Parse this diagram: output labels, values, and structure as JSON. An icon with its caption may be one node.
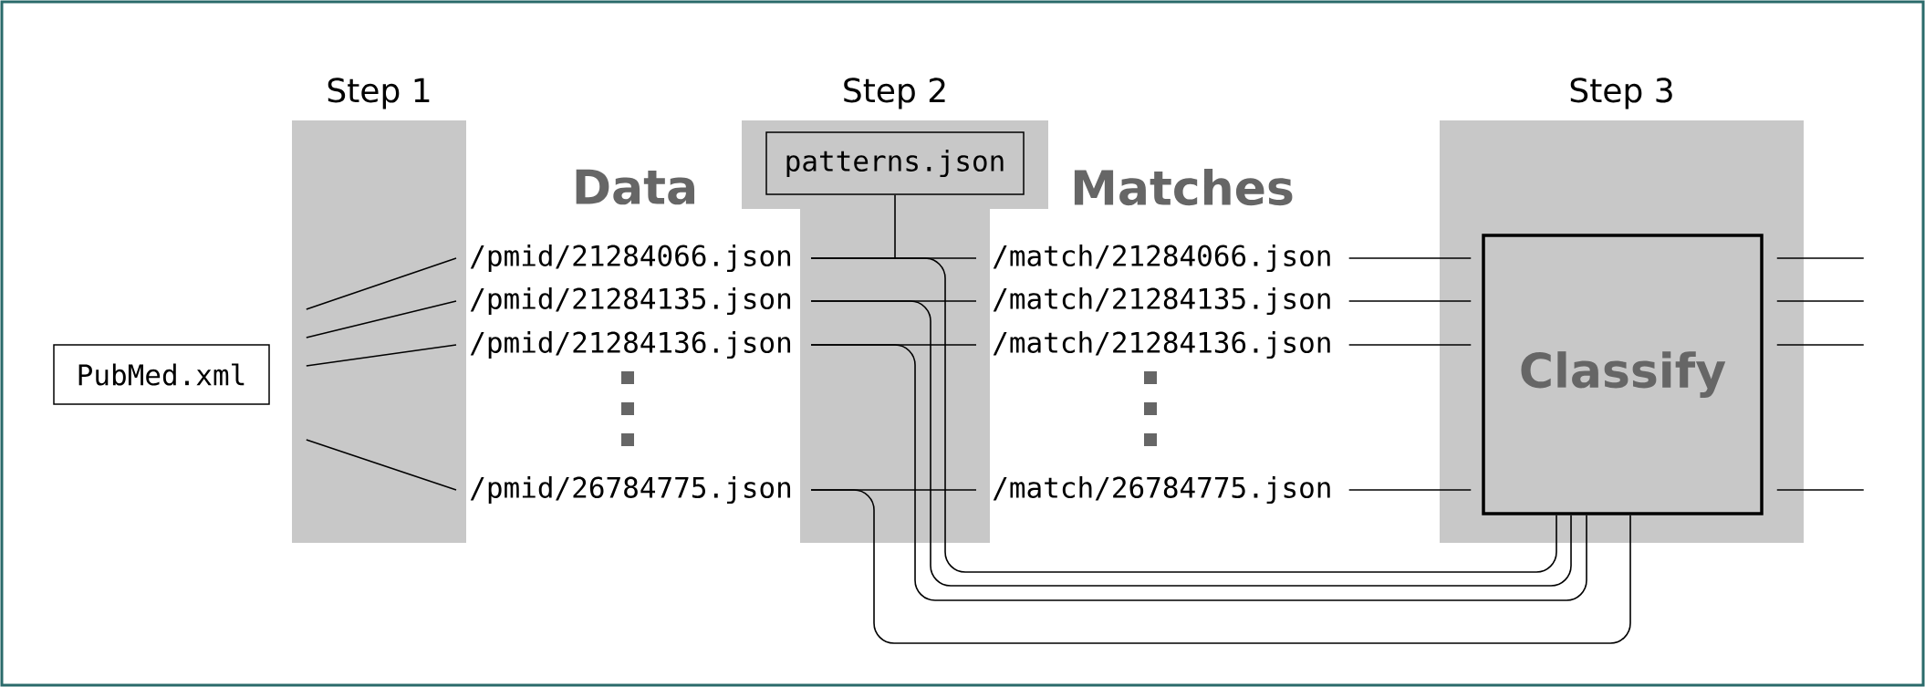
{
  "diagram": {
    "nodes": [
      {
        "text": [
          "PubMed.xml"
        ]
      },
      {
        "text": [
          "Step 1"
        ]
      },
      {
        "text": [
          "Step 2"
        ]
      },
      {
        "text": [
          "patterns.json"
        ],
        "in": 2
      },
      {
        "text": [
          "/pmid/21284066.json"
        ]
      },
      {
        "text": [
          "/pmid/21284135.json"
        ]
      },
      {
        "text": [
          "/pmid/21284136.json"
        ]
      },
      {
        "text": [
          "/pmid/26784775.json"
        ]
      },
      {
        "text": [
          "/match/21284066.json"
        ]
      },
      {
        "text": [
          "/match/21284135.json"
        ]
      },
      {
        "text": [
          "/match/21284136.json"
        ]
      },
      {
        "text": [
          "/match/26784775.json"
        ]
      },
      {
        "text": [
          "Step 3"
        ]
      },
      {
        "text": [
          "Classify"
        ],
        "in": 12
      }
    ],
    "edges": [
      {
        "from": 1,
        "to": 4,
        "arrow": "none"
      },
      {
        "from": 1,
        "to": 5,
        "arrow": "none"
      },
      {
        "from": 1,
        "to": 6,
        "arrow": "none"
      },
      {
        "from": 1,
        "to": 7,
        "arrow": "none"
      },
      {
        "from": 3,
        "to": null,
        "arrow": "none"
      },
      {
        "from": 4,
        "to": 8,
        "arrow": "none"
      },
      {
        "from": 5,
        "to": 9,
        "arrow": "none"
      },
      {
        "from": 6,
        "to": 10,
        "arrow": "none"
      },
      {
        "from": 7,
        "to": 11,
        "arrow": "none"
      },
      {
        "from": 4,
        "to": 13,
        "arrow": "none"
      },
      {
        "from": 5,
        "to": 13,
        "arrow": "none"
      },
      {
        "from": 6,
        "to": 13,
        "arrow": "none"
      },
      {
        "from": 7,
        "to": 13,
        "arrow": "none"
      },
      {
        "from": 8,
        "to": 13,
        "arrow": "none"
      },
      {
        "from": 9,
        "to": 13,
        "arrow": "none"
      },
      {
        "from": 10,
        "to": 13,
        "arrow": "none"
      },
      {
        "from": 11,
        "to": 13,
        "arrow": "none"
      },
      {
        "from": 13,
        "to": null,
        "arrow": "none"
      },
      {
        "from": 13,
        "to": null,
        "arrow": "none"
      },
      {
        "from": 13,
        "to": null,
        "arrow": "none"
      },
      {
        "from": 13,
        "to": null,
        "arrow": "none"
      }
    ],
    "labels": [
      "Data",
      "Matches"
    ]
  }
}
